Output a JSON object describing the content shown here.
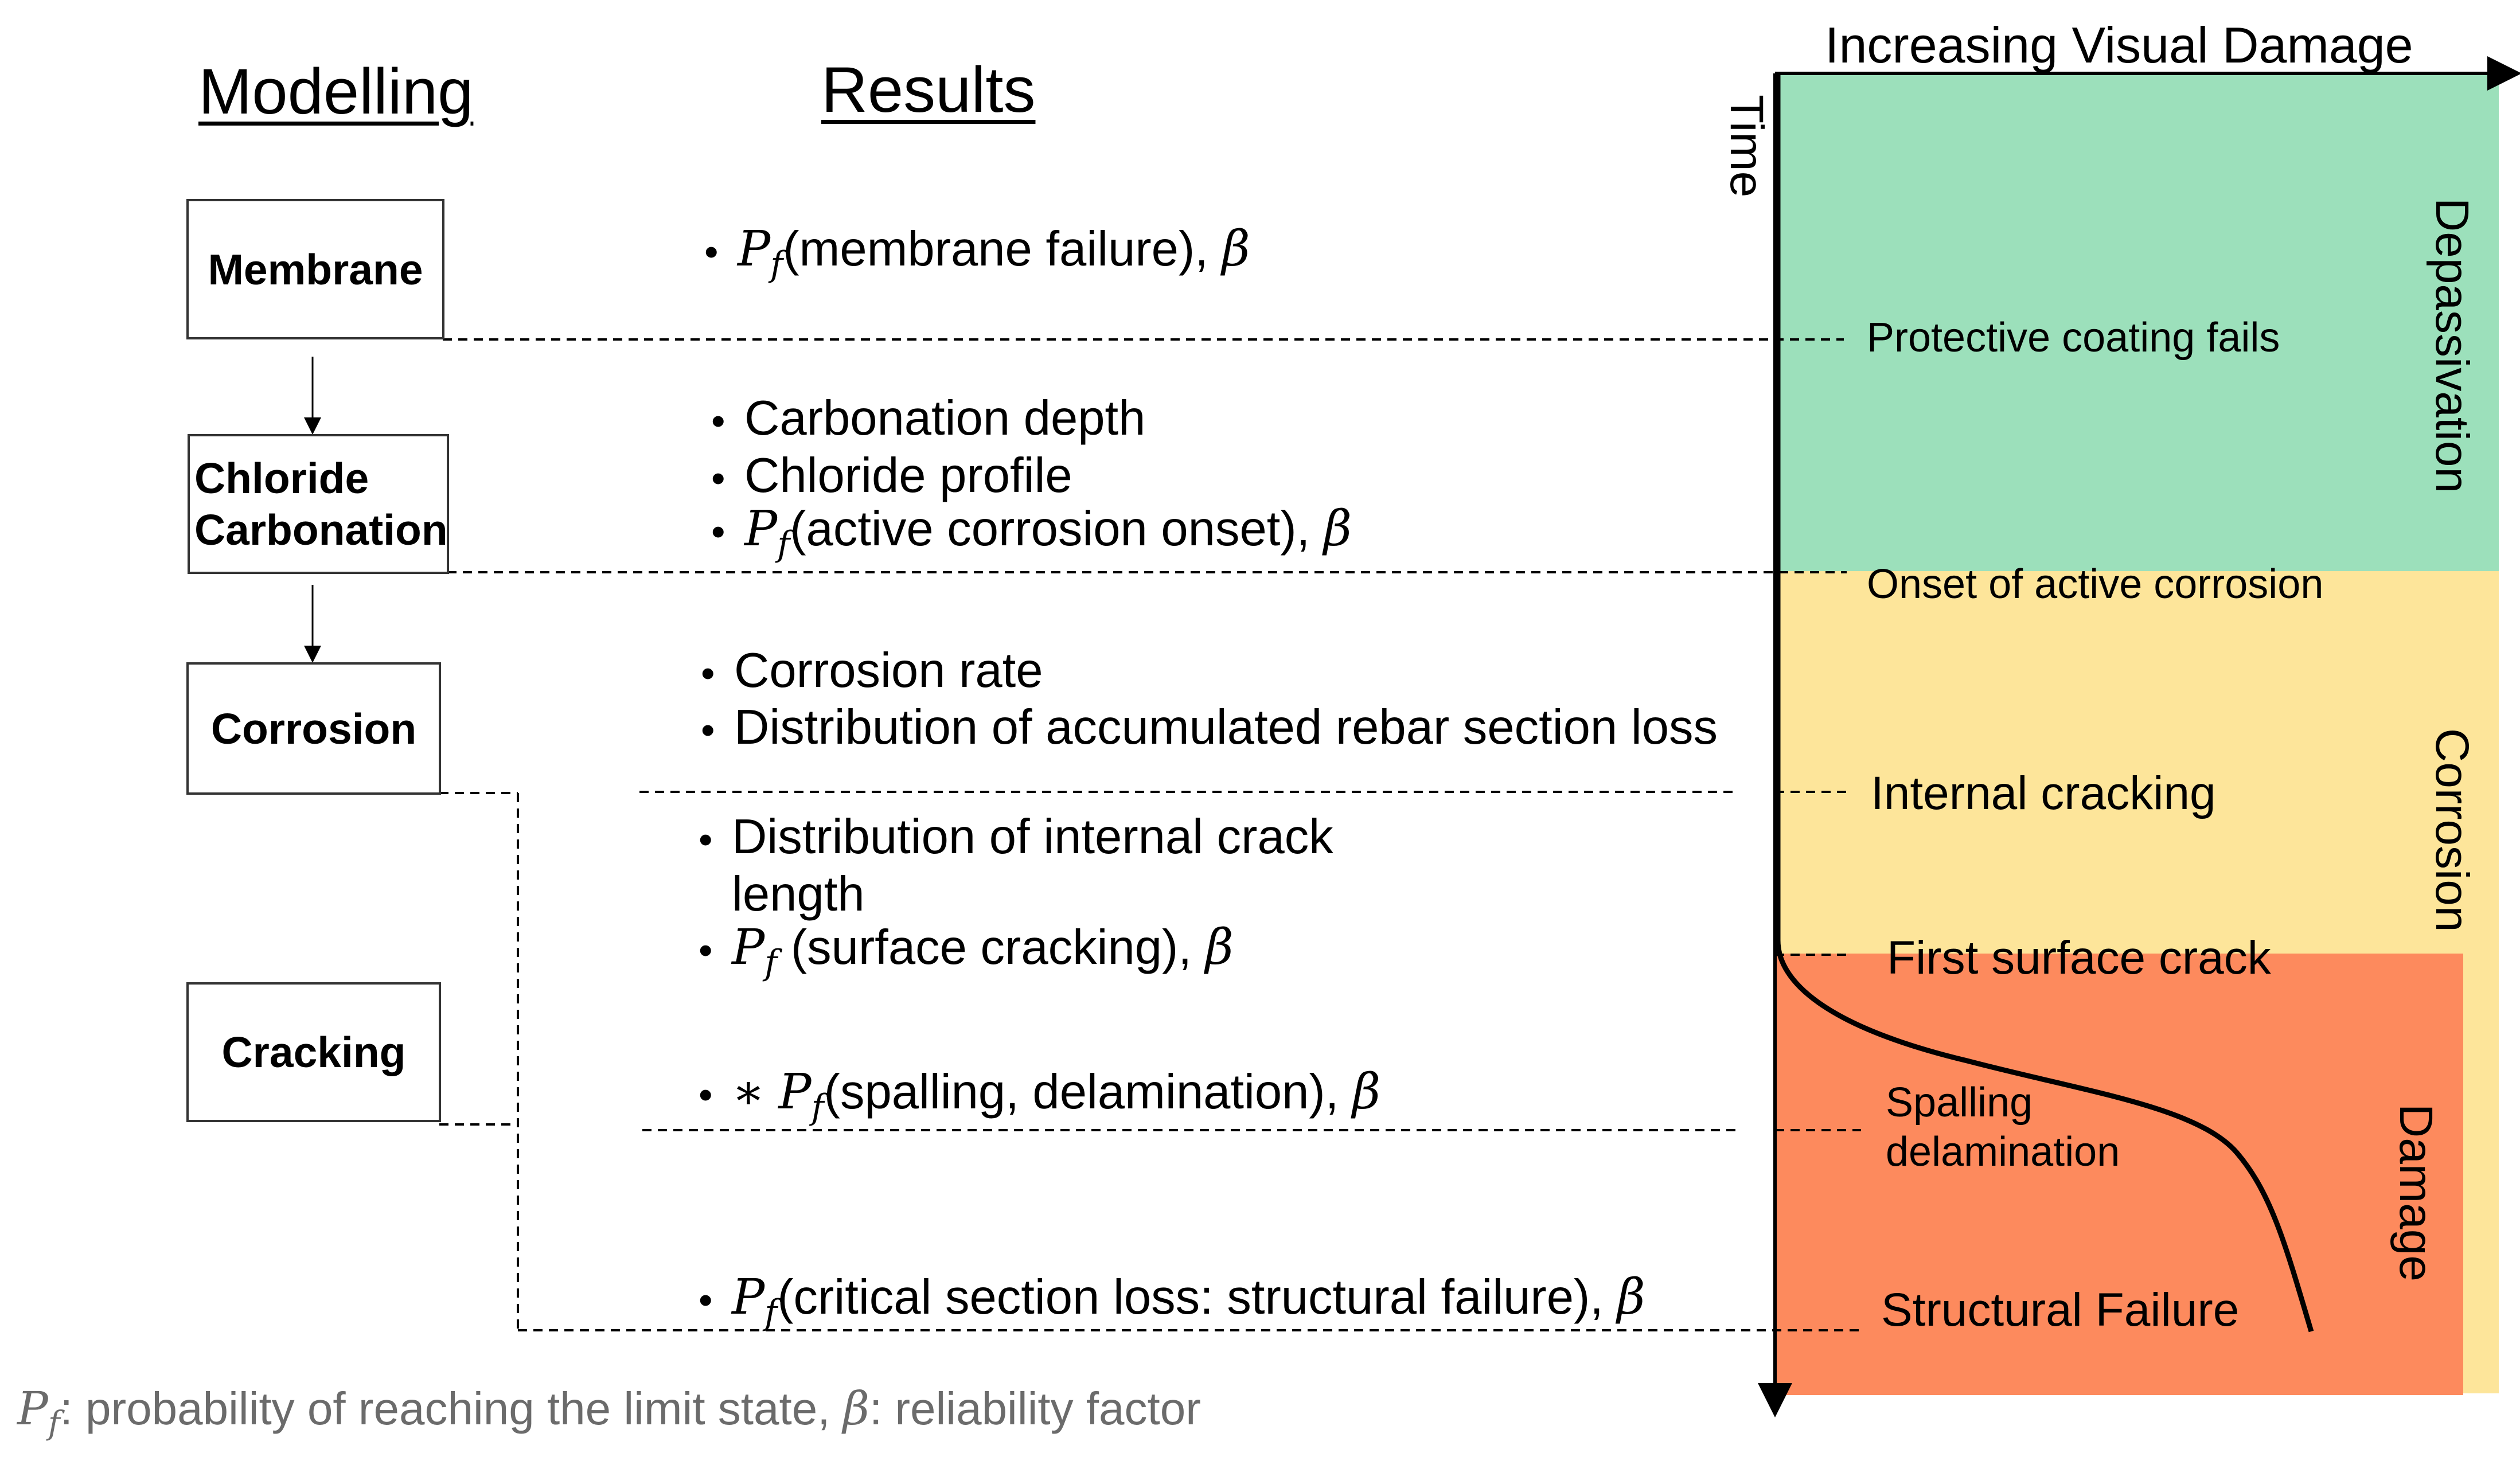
{
  "headings": {
    "modelling": "Modelling",
    "results": "Results",
    "axis_x": "Increasing  Visual  Damage",
    "axis_y": "Time"
  },
  "models": {
    "membrane": "Membrane",
    "chloride": "Chloride",
    "carbonation": "Carbonation",
    "corrosion": "Corrosion",
    "cracking": "Cracking"
  },
  "results": {
    "bullet": "•",
    "pf_symbol": "P",
    "pf_sub": "f",
    "beta": "β",
    "asterisk": "∗",
    "membrane_failure": "(membrane failure), ",
    "carbonation_depth": "Carbonation depth",
    "chloride_profile": "Chloride profile",
    "active_corrosion_onset": "(active corrosion onset), ",
    "corrosion_rate": "Corrosion rate",
    "section_loss_distribution": "Distribution of accumulated  rebar section loss",
    "internal_crack_line1": "Distribution of internal crack",
    "internal_crack_line2": "length",
    "surface_cracking": " (surface cracking), ",
    "spalling": "(spalling, delamination), ",
    "critical_section_loss": "(critical section loss: structural failure), "
  },
  "stages": {
    "coating_fails": "Protective coating fails",
    "active_corrosion": "Onset of active corrosion",
    "internal_cracking": "Internal cracking",
    "first_surface_crack": "First surface crack",
    "spalling_line1": "Spalling",
    "spalling_line2": "delamination",
    "structural_failure": "Structural Failure"
  },
  "zones": {
    "depassivation": "Depassivation",
    "corrosion": "Corrosion",
    "damage": "Damage"
  },
  "legend": {
    "pf_text": ": probability of reaching the limit state,  ",
    "beta_text": ": reliability factor"
  },
  "colors": {
    "depassivation_zone": "#9ce0bb",
    "corrosion_zone": "#fde59a",
    "damage_zone": "#fd8a5d",
    "legend_text": "#6b6b6b"
  }
}
